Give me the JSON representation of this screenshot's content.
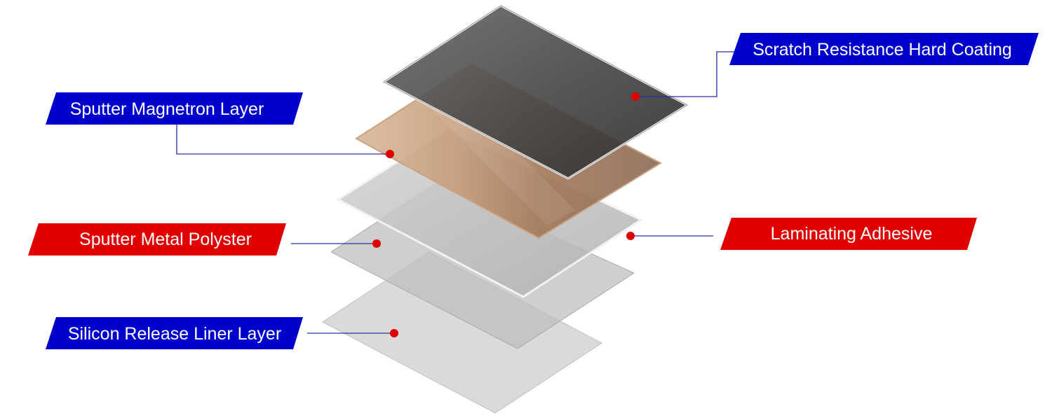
{
  "colors": {
    "blue_label": "#0000cc",
    "red_label": "#e00000",
    "leader_line": "#2a2aa8",
    "marker_dot": "#e00000"
  },
  "layers": [
    {
      "label": "Scratch Resistance Hard Coating",
      "label_color": "#0000cc"
    },
    {
      "label": "Sputter Magnetron Layer",
      "label_color": "#0000cc"
    },
    {
      "label": "Laminating Adhesive",
      "label_color": "#e00000"
    },
    {
      "label": "Sputter Metal Polyster",
      "label_color": "#e00000"
    },
    {
      "label": "Silicon Release Liner Layer",
      "label_color": "#0000cc"
    }
  ]
}
